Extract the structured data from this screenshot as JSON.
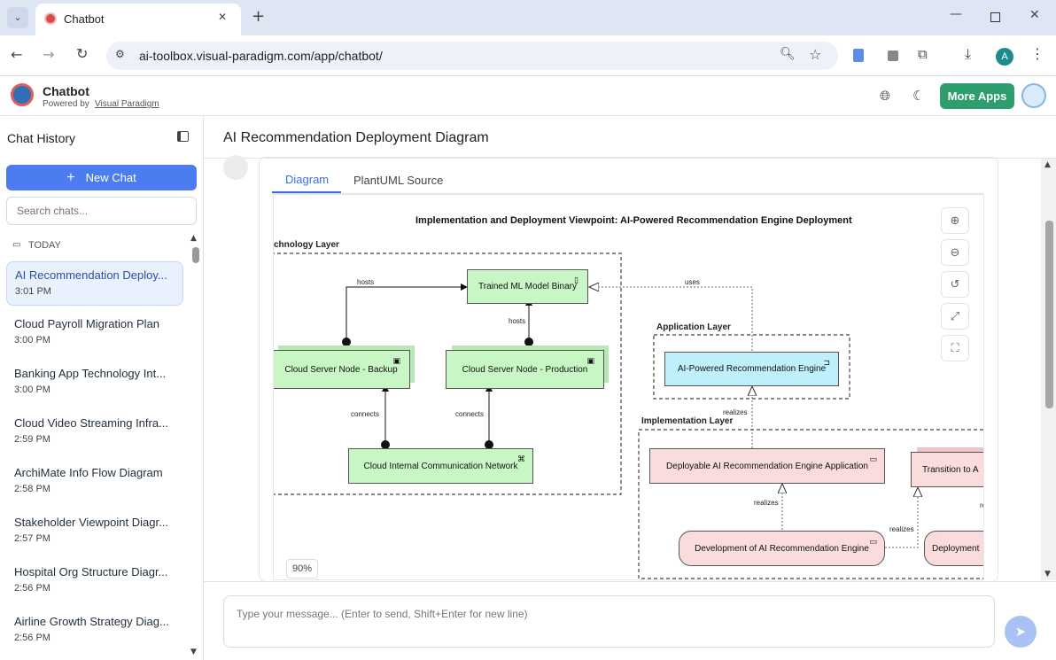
{
  "browser": {
    "tab_title": "Chatbot",
    "url": "ai-toolbox.visual-paradigm.com/app/chatbot/",
    "profile_initial": "A"
  },
  "app": {
    "name": "Chatbot",
    "powered_by": "Powered by",
    "powered_by_link": "Visual Paradigm",
    "more_apps": "More Apps"
  },
  "sidebar": {
    "title": "Chat History",
    "new_chat": "New Chat",
    "search_placeholder": "Search chats...",
    "section": "TODAY",
    "chats": [
      {
        "title": "AI Recommendation Deploy...",
        "time": "3:01 PM"
      },
      {
        "title": "Cloud Payroll Migration Plan",
        "time": "3:00 PM"
      },
      {
        "title": "Banking App Technology Int...",
        "time": "3:00 PM"
      },
      {
        "title": "Cloud Video Streaming Infra...",
        "time": "2:59 PM"
      },
      {
        "title": "ArchiMate Info Flow Diagram",
        "time": "2:58 PM"
      },
      {
        "title": "Stakeholder Viewpoint Diagr...",
        "time": "2:57 PM"
      },
      {
        "title": "Hospital Org Structure Diagr...",
        "time": "2:56 PM"
      },
      {
        "title": "Airline Growth Strategy Diag...",
        "time": "2:56 PM"
      }
    ]
  },
  "main": {
    "title": "AI Recommendation Deployment Diagram",
    "tabs": [
      "Diagram",
      "PlantUML Source"
    ],
    "zoom": "90%",
    "message_placeholder": "Type your message... (Enter to send, Shift+Enter for new line)"
  },
  "diagram": {
    "title": "Implementation and Deployment Viewpoint: AI-Powered Recommendation Engine Deployment",
    "layers": {
      "technology": "chnology Layer",
      "application": "Application Layer",
      "implementation": "Implementation Layer"
    },
    "nodes": {
      "binary": "Trained ML Model Binary",
      "backup": "Cloud Server Node - Backup",
      "production": "Cloud Server Node - Production",
      "network": "Cloud Internal Communication Network",
      "engine": "AI-Powered Recommendation Engine",
      "deployable": "Deployable AI Recommendation Engine Application",
      "transition": "Transition to A",
      "development": "Development of AI Recommendation Engine",
      "deployment": "Deployment"
    },
    "edges": {
      "hosts1": "hosts",
      "hosts2": "hosts",
      "connects1": "connects",
      "connects2": "connects",
      "uses": "uses",
      "realizes1": "realizes",
      "realizes2": "realizes",
      "realizes3": "realizes",
      "realizes4": "re"
    },
    "colors": {
      "technology": "#c8f7c5",
      "application": "#bfeffb",
      "implementation": "#fbdcdc",
      "accent": "#2f7d5a",
      "primary": "#4d7cf0"
    }
  }
}
